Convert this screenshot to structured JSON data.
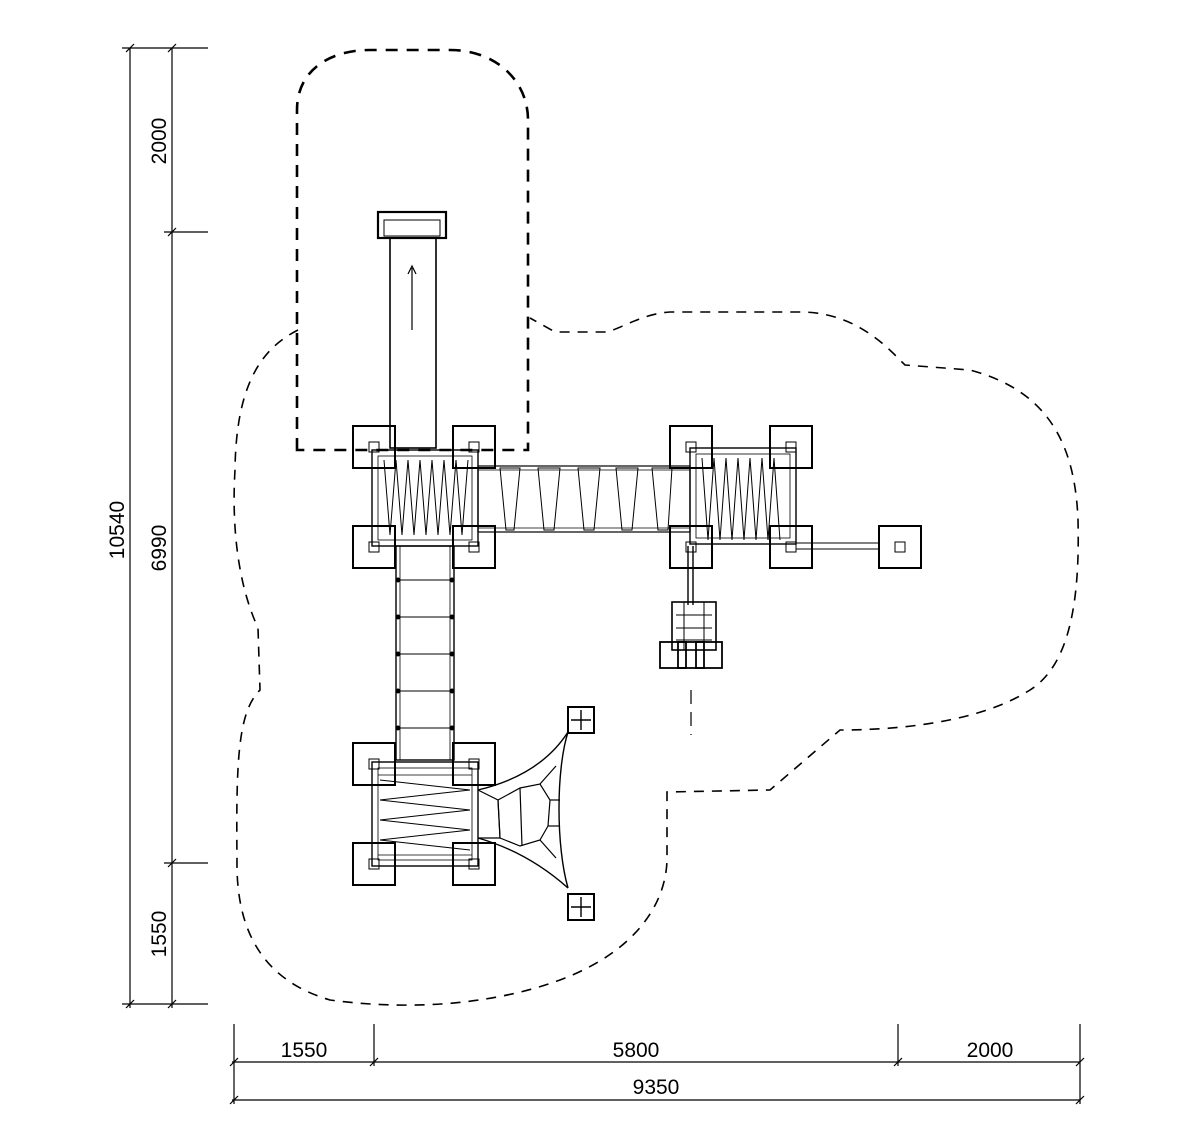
{
  "drawing": {
    "line_color": "#000000",
    "background": "#ffffff",
    "dimensions": {
      "vertical_total": "10540",
      "vertical_top": "2000",
      "vertical_middle": "6990",
      "vertical_bottom": "1550",
      "horizontal_left": "1550",
      "horizontal_middle": "5800",
      "horizontal_right": "2000",
      "horizontal_total": "9350"
    }
  }
}
